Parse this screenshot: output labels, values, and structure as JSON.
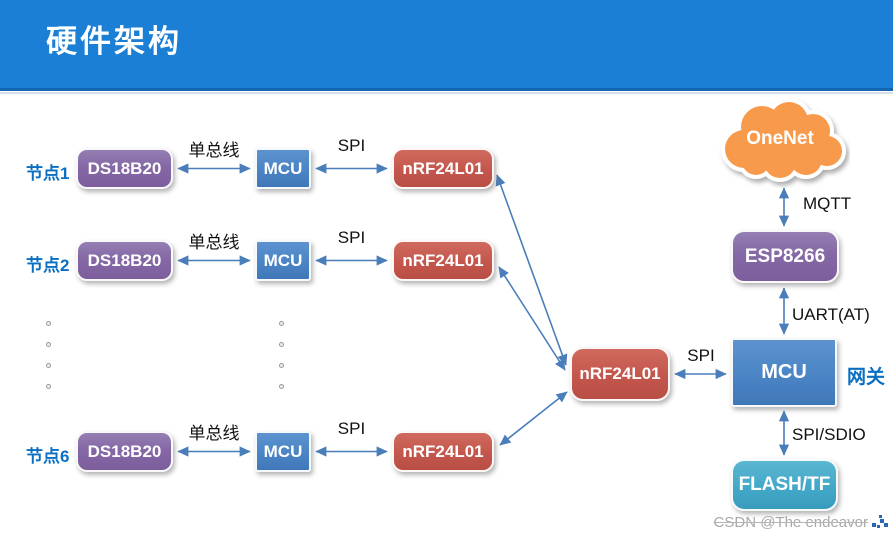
{
  "title": "硬件架构",
  "nodes": [
    {
      "name": "节点1",
      "sensor": "DS18B20",
      "bus": "单总线",
      "mcu": "MCU",
      "spi": "SPI",
      "radio": "nRF24L01"
    },
    {
      "name": "节点2",
      "sensor": "DS18B20",
      "bus": "单总线",
      "mcu": "MCU",
      "spi": "SPI",
      "radio": "nRF24L01"
    },
    {
      "name": "节点6",
      "sensor": "DS18B20",
      "bus": "单总线",
      "mcu": "MCU",
      "spi": "SPI",
      "radio": "nRF24L01"
    }
  ],
  "gateway": {
    "radio": "nRF24L01",
    "spi": "SPI",
    "mcu": "MCU",
    "role": "网关",
    "uart": "UART(AT)",
    "wifi_module": "ESP8266",
    "mqtt": "MQTT",
    "cloud": "OneNet",
    "storage_bus": "SPI/SDIO",
    "storage": "FLASH/TF"
  },
  "watermark": "CSDN @The endeavor",
  "colors": {
    "header": "#1c7fd6",
    "sensor": "#8568a5",
    "mcu": "#4c86c6",
    "radio": "#c5584e",
    "cloud": "#f89a4b",
    "storage": "#43a8c8",
    "arrow": "#4a7ebb",
    "nodelabel": "#0a6fc2"
  }
}
